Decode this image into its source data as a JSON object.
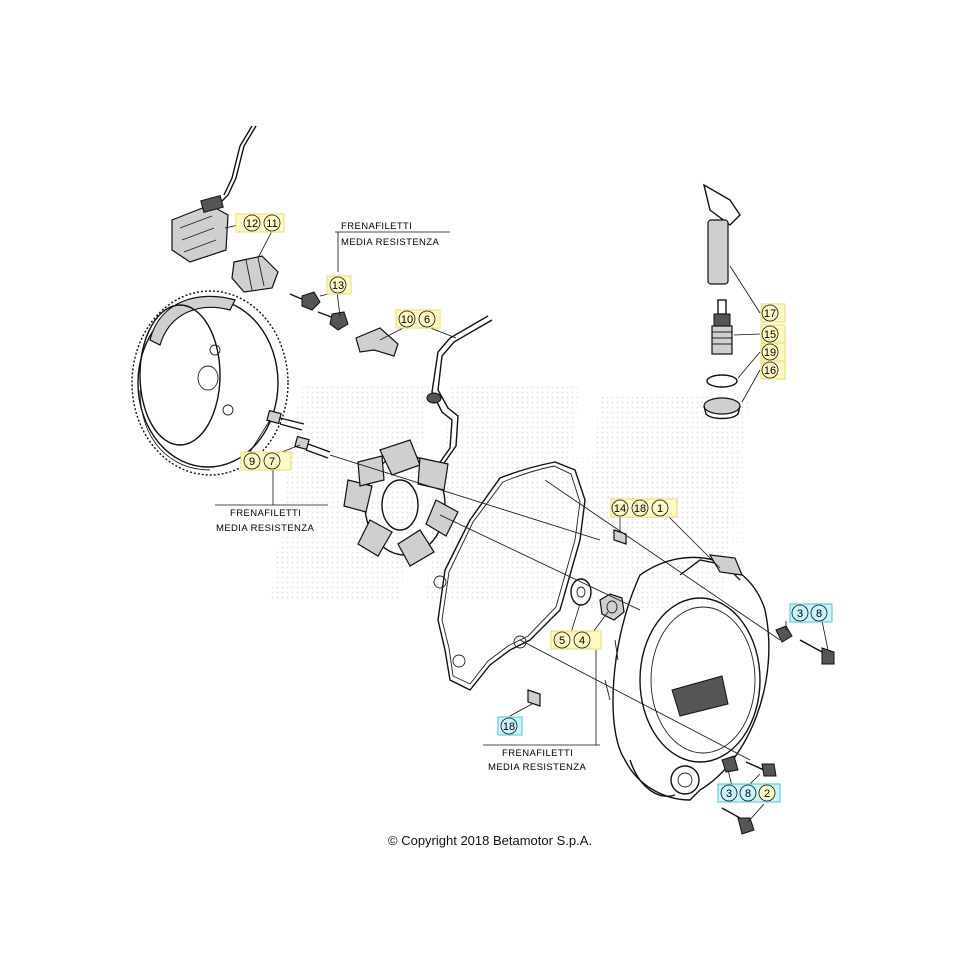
{
  "notes": [
    {
      "line1": "FRENAFILETTI",
      "line2": "MEDIA RESISTENZA"
    },
    {
      "line1": "FRENAFILETTI",
      "line2": "MEDIA RESISTENZA"
    },
    {
      "line1": "FRENAFILETTI",
      "line2": "MEDIA RESISTENZA"
    }
  ],
  "callouts": {
    "c12": "12",
    "c11": "11",
    "c13": "13",
    "c10": "10",
    "c6": "6",
    "c17": "17",
    "c15": "15",
    "c19": "19",
    "c16": "16",
    "c9": "9",
    "c7": "7",
    "c14": "14",
    "c18a": "18",
    "c1": "1",
    "c3a": "3",
    "c8a": "8",
    "c5": "5",
    "c4": "4",
    "c18b": "18",
    "c3b": "3",
    "c8b": "8",
    "c2": "2"
  },
  "colors": {
    "yellow_callout": "#fff9c4",
    "cyan_callout": "#c8f4fb",
    "callout_border_yellow": "#e8dc6a",
    "callout_border_cyan": "#49c7d8"
  },
  "copyright": "© Copyright 2018 Betamotor S.p.A."
}
